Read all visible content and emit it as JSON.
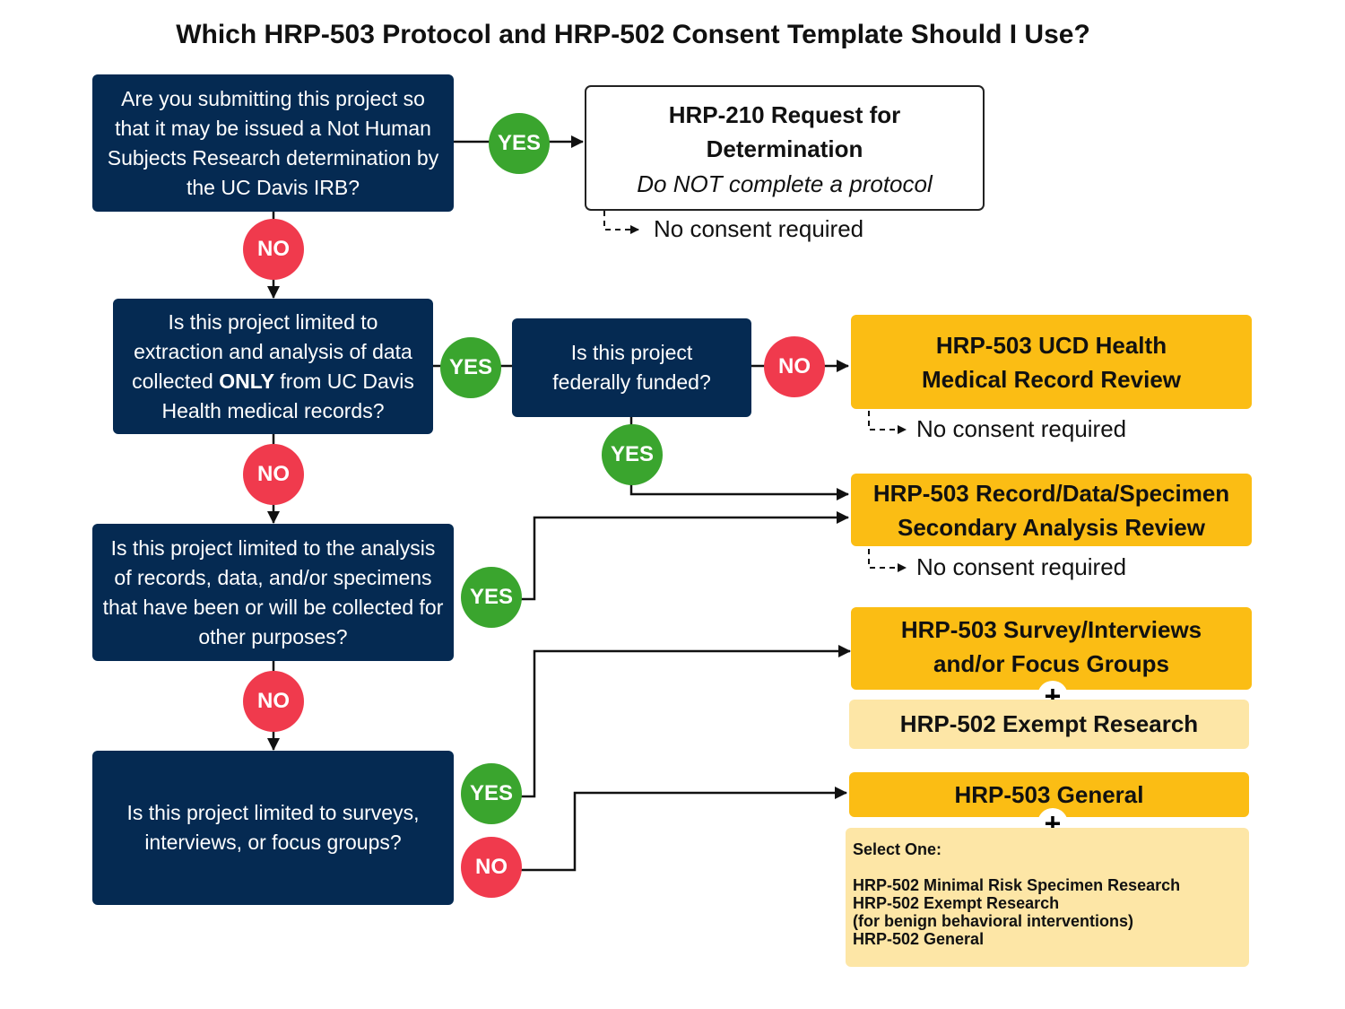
{
  "title": "Which HRP-503 Protocol and HRP-502 Consent Template Should I Use?",
  "questions": {
    "q1": "Are you submitting this project so that it may be issued a Not Human Subjects Research determination by the UC Davis IRB?",
    "q2_pre": "Is this project limited to extraction and analysis of data collected ",
    "q2_bold": "ONLY",
    "q2_post": " from UC Davis Health medical records?",
    "q3": "Is this project limited to the analysis of records, data, and/or specimens that have been or will be collected for other purposes?",
    "q4": "Is this project limited to surveys, interviews, or focus groups?",
    "q5": "Is this project federally funded?"
  },
  "labels": {
    "yes": "YES",
    "no": "NO",
    "plus": "+"
  },
  "outcomes": {
    "hrp210_title": "HRP-210 Request for Determination",
    "hrp210_note": "Do NOT complete a protocol",
    "medical_record": "HRP-503 UCD Health Medical Record Review",
    "secondary": "HRP-503 Record/Data/Specimen Secondary Analysis Review",
    "survey": "HRP-503 Survey/Interviews and/or Focus Groups",
    "exempt": "HRP-502 Exempt Research",
    "general": "HRP-503 General"
  },
  "no_consent": "No consent required",
  "select": {
    "header": "Select One:",
    "items": [
      "HRP-502 Minimal Risk Specimen Research",
      "HRP-502 Exempt Research",
      "(for benign behavioral interventions)",
      "HRP-502 General"
    ]
  },
  "colors": {
    "question": "#052a52",
    "yes": "#3aa52e",
    "no": "#f03a4d",
    "result": "#fbbd14",
    "result_light": "#fde6a6"
  }
}
